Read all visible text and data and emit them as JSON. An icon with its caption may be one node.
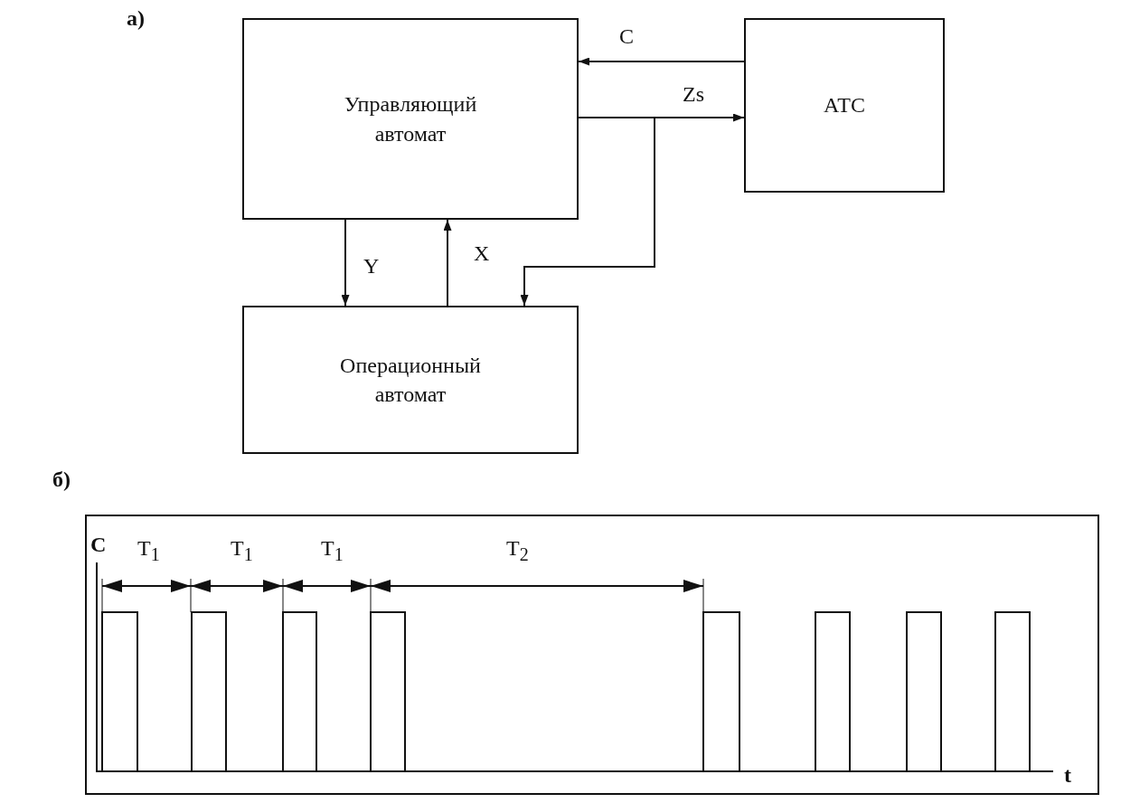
{
  "diagram": {
    "nodes": [
      {
        "text": [
          "Управляющий автомат"
        ]
      },
      {
        "text": [
          "АТС"
        ]
      },
      {
        "text": [
          "Операционный автомат"
        ]
      }
    ],
    "edges": [
      {
        "from": 1,
        "to": 0,
        "arrow": "to",
        "label": "C"
      },
      {
        "from": 0,
        "to": 1,
        "arrow": "to",
        "label": "Zs"
      },
      {
        "from": 0,
        "to": 2,
        "arrow": "to",
        "label": "Y"
      },
      {
        "from": 2,
        "to": 0,
        "arrow": "to",
        "label": "X"
      },
      {
        "from": 0,
        "to": 2,
        "arrow": "to"
      }
    ],
    "labels": [
      "а)",
      "б)",
      "C",
      "T$_{1}$",
      "T$_{1}$",
      "T$_{1}$",
      "T$_{2}$",
      "t"
    ]
  }
}
